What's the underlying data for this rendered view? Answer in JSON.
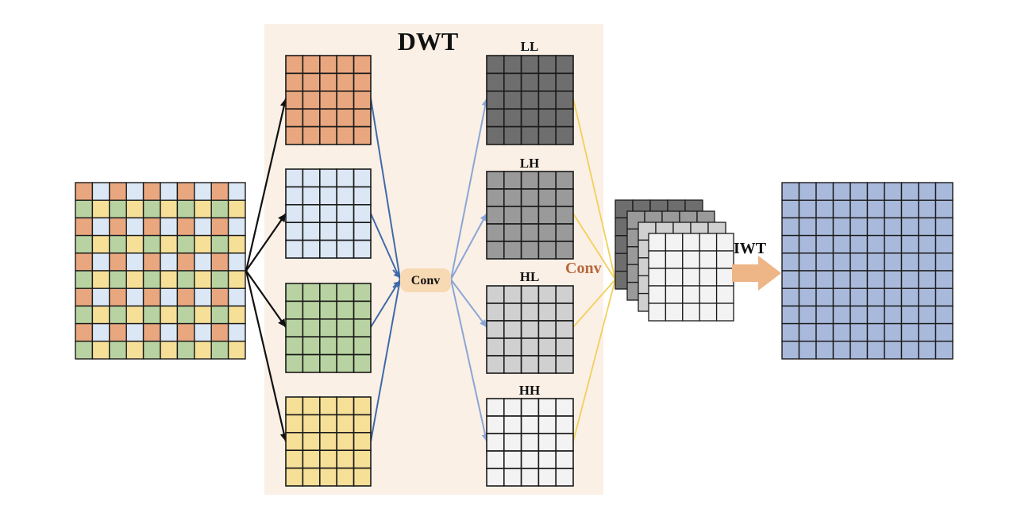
{
  "labels": {
    "dwt": "DWT",
    "conv_small": "Conv",
    "conv_large": "Conv",
    "iwt": "IWT",
    "ll": "LL",
    "lh": "LH",
    "hl": "HL",
    "hh": "HH"
  },
  "colors": {
    "dwt_panel": "#fbf0e6",
    "orange": "#e9a77f",
    "light_blue": "#dbe7f4",
    "green": "#b8d3a1",
    "yellow": "#f6df97",
    "ll_fill": "#6e6e6e",
    "lh_fill": "#9a9a9a",
    "hl_fill": "#d0d0d0",
    "hh_fill": "#f3f3f3",
    "output_blue": "#a9b9dc",
    "conv_pill": "#f7d9b3",
    "conv_text": "#b7683a",
    "iwt_arrow": "#eeb587",
    "black_arrow": "#111111",
    "blue_line": "#3f6aaa",
    "light_blue_line": "#8aa6d6",
    "yellow_line": "#f2cf5c"
  },
  "input_pattern": {
    "rows": [
      [
        "orange",
        "light_blue",
        "orange",
        "light_blue",
        "orange",
        "light_blue",
        "orange",
        "light_blue",
        "orange",
        "light_blue"
      ],
      [
        "green",
        "yellow",
        "green",
        "yellow",
        "green",
        "yellow",
        "green",
        "yellow",
        "green",
        "yellow"
      ]
    ]
  }
}
